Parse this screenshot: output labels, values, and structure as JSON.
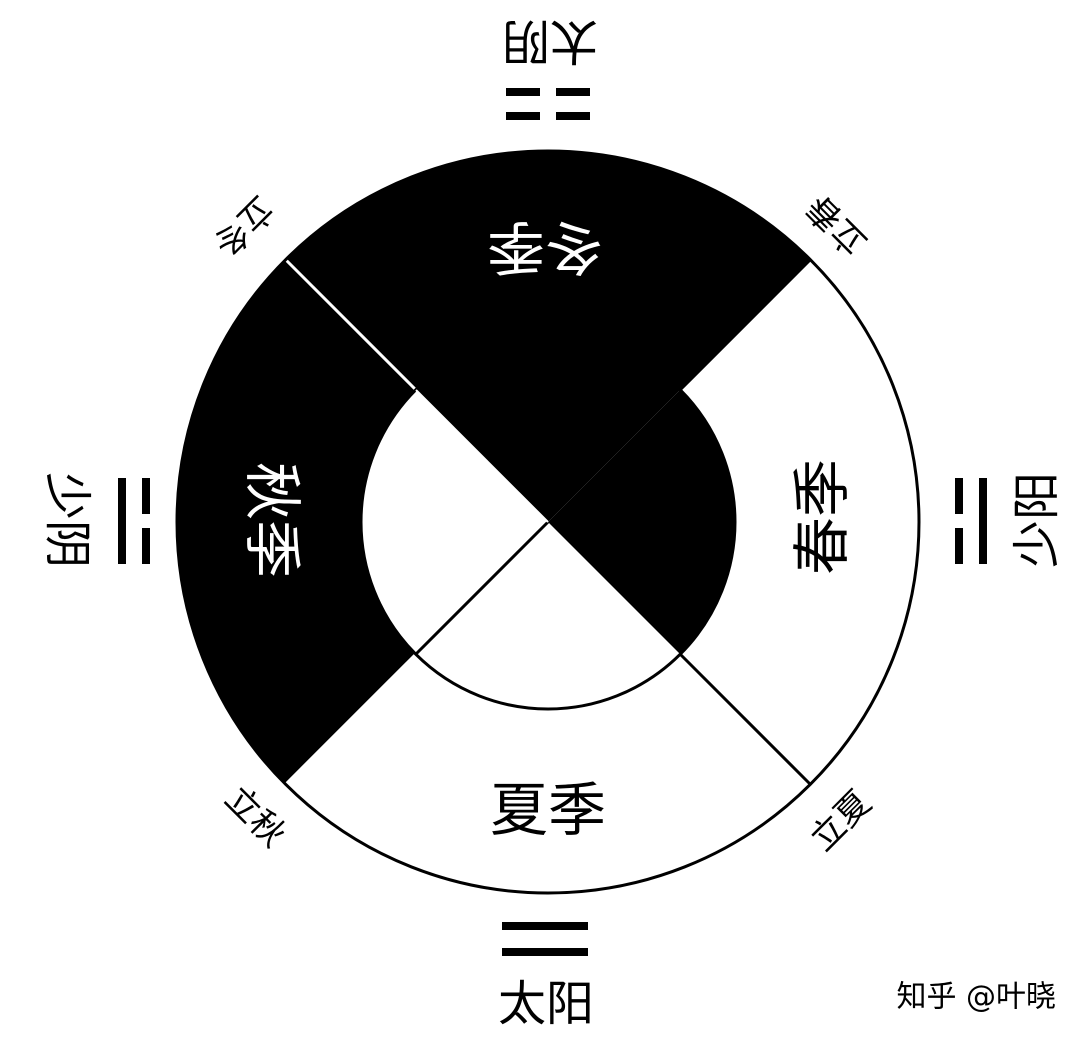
{
  "diagram": {
    "seasons": {
      "winter": "冬季",
      "spring": "春季",
      "summer": "夏季",
      "autumn": "秋季"
    },
    "directions": {
      "top": {
        "label": "太阴",
        "trigram": "taiyin-two-broken-lines"
      },
      "right": {
        "label": "少阳",
        "trigram": "shaoyang-broken-over-solid"
      },
      "bottom": {
        "label": "太阳",
        "trigram": "taiyang-two-solid-lines"
      },
      "left": {
        "label": "少阴",
        "trigram": "shaoyin-solid-over-broken"
      }
    },
    "solar_terms": {
      "lidong": "立冬",
      "lichun": "立春",
      "lixia": "立夏",
      "liqiu": "立秋"
    },
    "colors": {
      "yin": "#000000",
      "yang": "#ffffff"
    }
  },
  "watermark": "知乎 @叶晓"
}
